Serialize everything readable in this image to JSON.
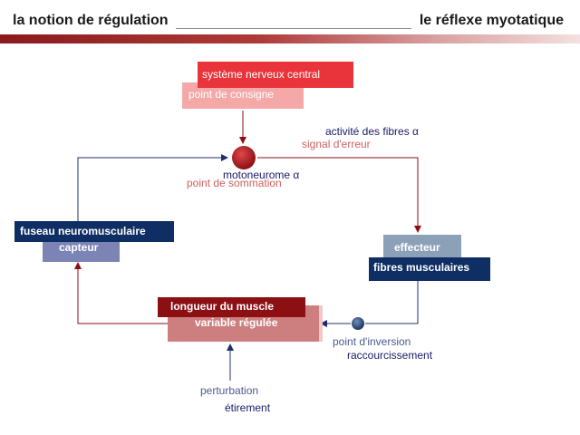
{
  "header": {
    "left_title": "la notion de régulation",
    "right_title": "le réflexe myotatique"
  },
  "nodes": {
    "snc": "système nerveux central",
    "consigne": "point de consigne",
    "activite": "activité des fibres α",
    "erreur": "signal d'erreur",
    "motoneurone": "motoneurome α",
    "sommation": "point de sommation",
    "fuseau": "fuseau neuromusculaire",
    "capteur": "capteur",
    "effecteur": "effecteur",
    "fibres": "fibres musculaires",
    "longueur": "longueur du muscle",
    "variable": "variable régulée",
    "inversion": "point d'inversion",
    "raccourcissement": "raccourcissement",
    "perturbation": "perturbation",
    "etirement": "étirement"
  },
  "colors": {
    "dark_red": "#8c0f14",
    "bright_red": "#e8343a",
    "pink": "#f4a8a8",
    "rose": "#cd7f7f",
    "navy": "#0e2e64",
    "slate": "#7b84b5",
    "steel": "#8ca0b8"
  }
}
